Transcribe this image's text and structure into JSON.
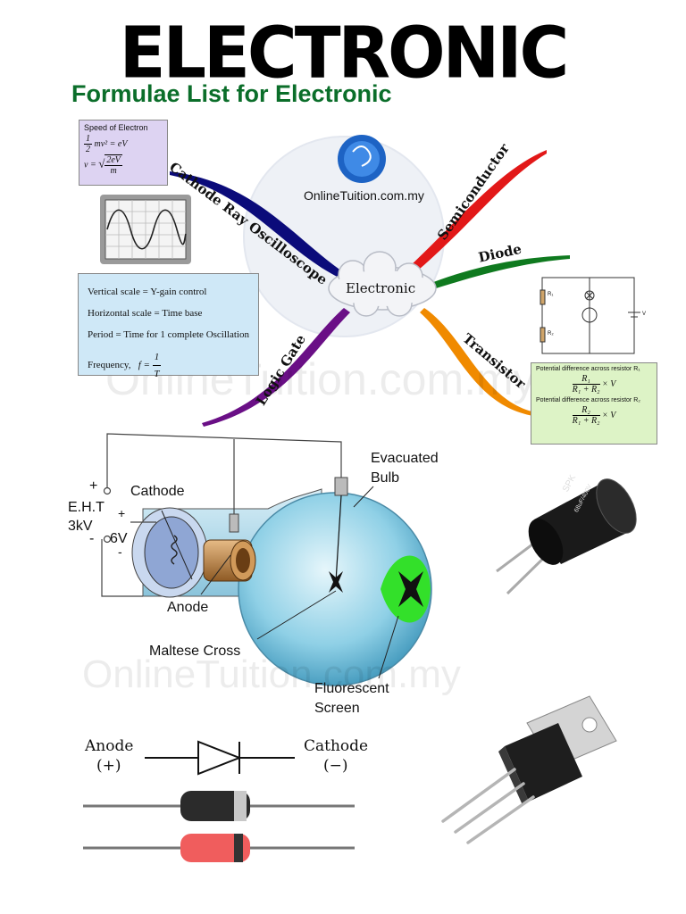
{
  "header": {
    "title": "ELECTRONIC",
    "subtitle": "Formulae List for Electronic"
  },
  "mindmap": {
    "logo_text": "OnlineTuition.com.my",
    "center": "Electronic",
    "branches": {
      "cro": "Cathode Ray Oscilloscope",
      "semiconductor": "Semiconductor",
      "diode": "Diode",
      "transistor": "Transistor",
      "logic_gate": "Logic Gate"
    },
    "speed_box": {
      "title": "Speed of Electron",
      "eq1_left": "mv² = eV",
      "eq2_left": "v =",
      "eq2_num": "2eV",
      "eq2_den": "m",
      "half_num": "1",
      "half_den": "2"
    },
    "cro_box": {
      "line1": "Vertical scale = Y-gain control",
      "line2": "Horizontal scale = Time base",
      "line3": "Period = Time for 1 complete Oscillation",
      "line4": "Frequency,",
      "freq_lhs": "f =",
      "freq_num": "1",
      "freq_den": "T"
    },
    "transistor_box": {
      "line1": "Potential difference across resistor R₁",
      "f1_num": "R₁",
      "f1_den": "R₁ + R₂",
      "times": "× V",
      "line2": "Potential difference across resistor R₂",
      "f2_num": "R₂",
      "f2_den": "R₁ + R₂"
    },
    "circuit_labels": {
      "r1": "R₁",
      "r2": "R₂",
      "v": "V"
    }
  },
  "tube": {
    "plus_top": "+",
    "eht": "E.H.T",
    "kv": "3kV",
    "minus_left": "-",
    "cathode": "Cathode",
    "plus_heater": "+",
    "heater_v": "6V",
    "minus_heater": "-",
    "anode": "Anode",
    "evacuated": "Evacuated",
    "bulb": "Bulb",
    "maltese": "Maltese Cross",
    "fluorescent": "Fluorescent",
    "screen": "Screen"
  },
  "diode_symbol": {
    "anode": "Anode",
    "anode_sign": "(+)",
    "cathode": "Cathode",
    "cathode_sign": "(−)"
  },
  "capacitor": {
    "brand": "SPK",
    "rating": "68uF/400V"
  },
  "watermark": "OnlineTuition.com.my",
  "colors": {
    "subtitle": "#0b6e2a",
    "cro_branch": "#0b0b7a",
    "semiconductor_branch": "#e21818",
    "diode_branch": "#0f7a1f",
    "transistor_branch": "#f08a00",
    "logic_branch": "#6a0f86",
    "bulb": "#6fc1dc",
    "screen": "#3ee33a"
  }
}
